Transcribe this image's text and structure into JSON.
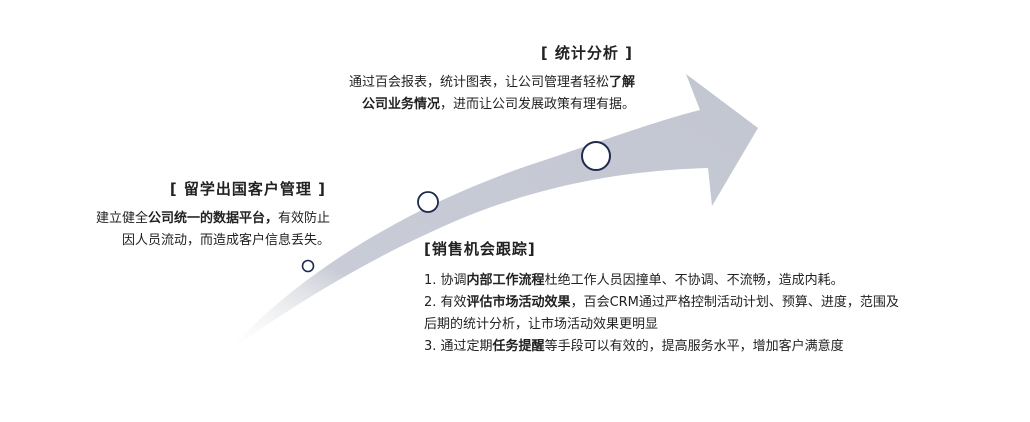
{
  "module_tl": {
    "title": "[ 留学出国客户管理 ]",
    "line1_a": "建立健全",
    "line1_b": "公司统一的数据平台，",
    "line1_c": "有效防止",
    "line2": "因人员流动，而造成客户信息丢失。"
  },
  "module_top": {
    "title": "[ 统计分析 ]",
    "line1_a": "通过百会报表，统计图表，让公司管理者轻松",
    "line1_b": "了解",
    "line2_a": "公司业务情况",
    "line2_b": "，进而让公司发展政策有理有据。"
  },
  "module_br": {
    "title": "[销售机会跟踪]",
    "item1_a": "1. 协调",
    "item1_b": "内部工作流程",
    "item1_c": "杜绝工作人员因撞单、不协调、不流畅，造成内耗。",
    "item2_a": "2. 有效",
    "item2_b": "评估市场活动效果",
    "item2_c": "，百会CRM通过严格控制活动计划、预算、进度，范围及",
    "item2_line2": "后期的统计分析，让市场活动效果更明显",
    "item3_a": "3. 通过定期",
    "item3_b": "任务提醒",
    "item3_c": "等手段可以有效的，提高服务水平，增加客户满意度"
  },
  "colors": {
    "arrow_fill": "#C9CCD6",
    "node_stroke": "#1E2B4E",
    "text": "#222222"
  }
}
